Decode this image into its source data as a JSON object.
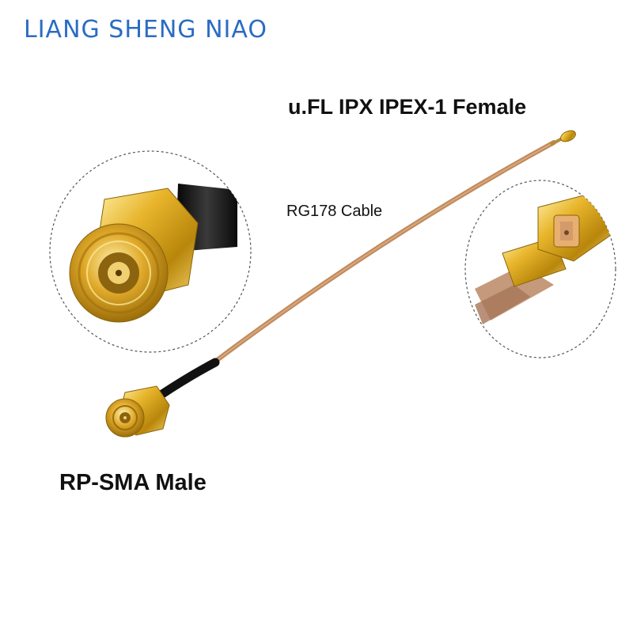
{
  "brand": {
    "name": "LIANG SHENG NIAO"
  },
  "labels": {
    "ufl": "u.FL IPX IPEX-1 Female",
    "cable": "RG178 Cable",
    "sma": "RP-SMA Male"
  },
  "colors": {
    "brand_blue": "#2a6cc4",
    "gold": "#e2b02a",
    "cable": "#c08a5c",
    "black_jacket": "#111111"
  }
}
